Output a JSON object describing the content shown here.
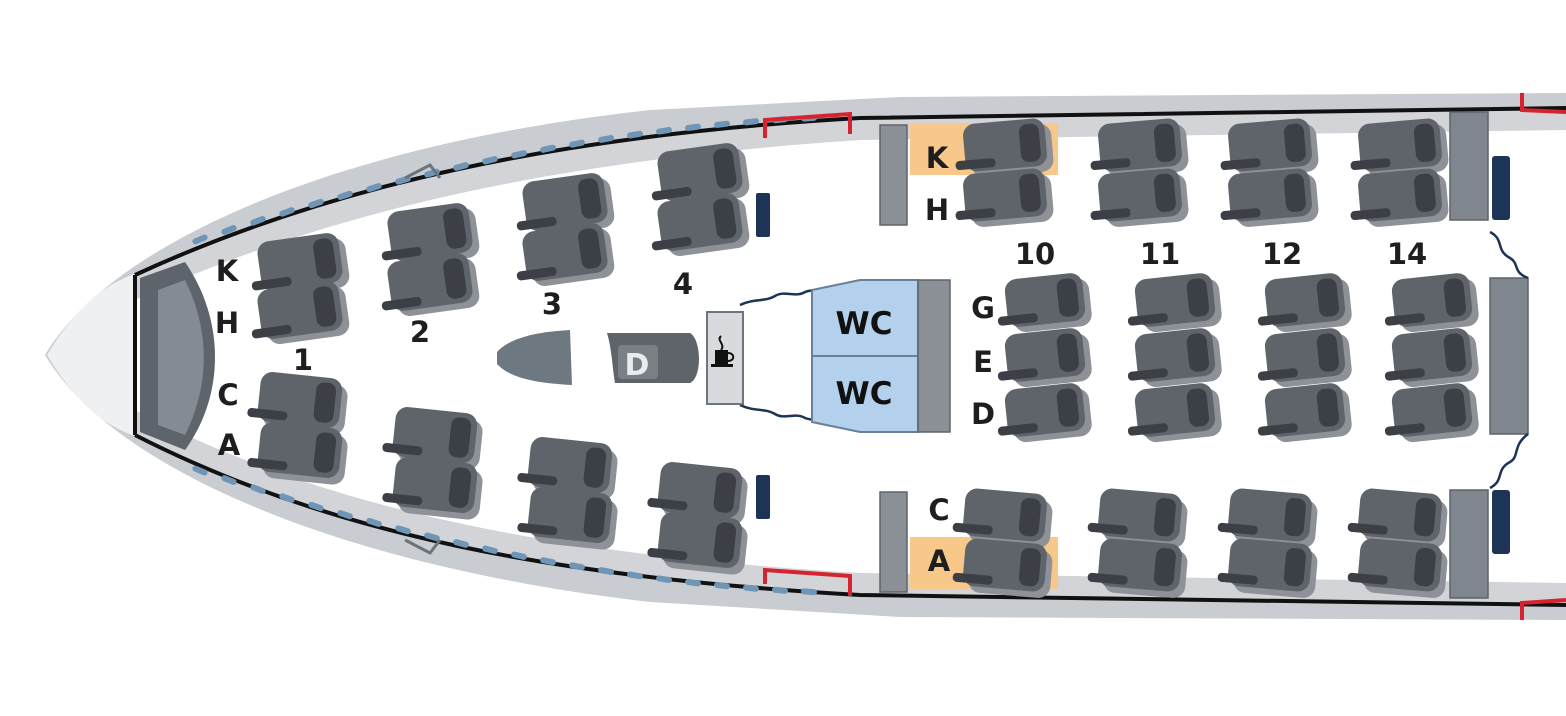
{
  "colors": {
    "seat": "#5f646b",
    "seat_dark": "#3c4046",
    "seat_shadow": "#8e9298",
    "fuselage_outline": "#111111",
    "fuselage_skin": "#c9ccd0",
    "cabin_floor": "#ffffff",
    "cabin_edge": "#d2d4d7",
    "window": "#6f96b6",
    "door": "#d7232f",
    "wc": "#b3d1ec",
    "galley": "#d8dadd",
    "partition": "#8b9097",
    "highlight_seat": "#f7c88a",
    "curtain": "#1d3456",
    "label": "#1e1e1e"
  },
  "labels": {
    "rows": [
      "1",
      "2",
      "3",
      "4",
      "10",
      "11",
      "12",
      "14"
    ],
    "letters_front": [
      "K",
      "H",
      "C",
      "A"
    ],
    "letters_side_upper": [
      "K",
      "H"
    ],
    "letters_center": [
      "G",
      "E",
      "D"
    ],
    "letters_side_lower": [
      "C",
      "A"
    ],
    "lavatory_upper": "WC",
    "lavatory_lower": "WC",
    "crew_seat": "D"
  },
  "icons": {
    "galley": "coffee-cup-icon",
    "crew_seat": "jump-seat-icon"
  }
}
